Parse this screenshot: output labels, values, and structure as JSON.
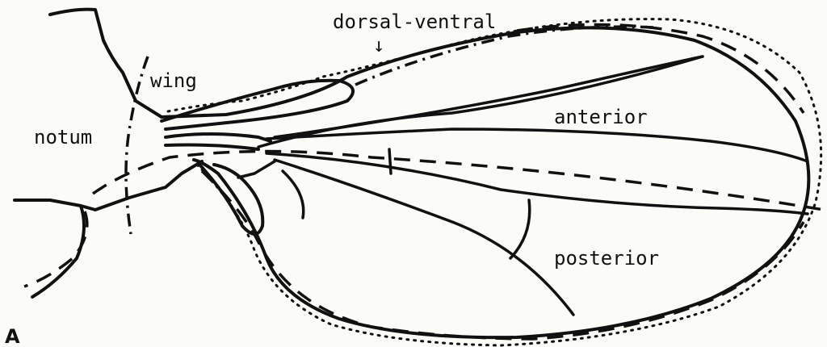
{
  "figure": {
    "panel_label": "A",
    "labels": {
      "dorsal_ventral": "dorsal-ventral",
      "arrow": "↓",
      "wing": "wing",
      "notum": "notum",
      "anterior": "anterior",
      "posterior": "posterior"
    },
    "colors": {
      "ink": "#111111",
      "paper": "#fbfbf8"
    }
  }
}
